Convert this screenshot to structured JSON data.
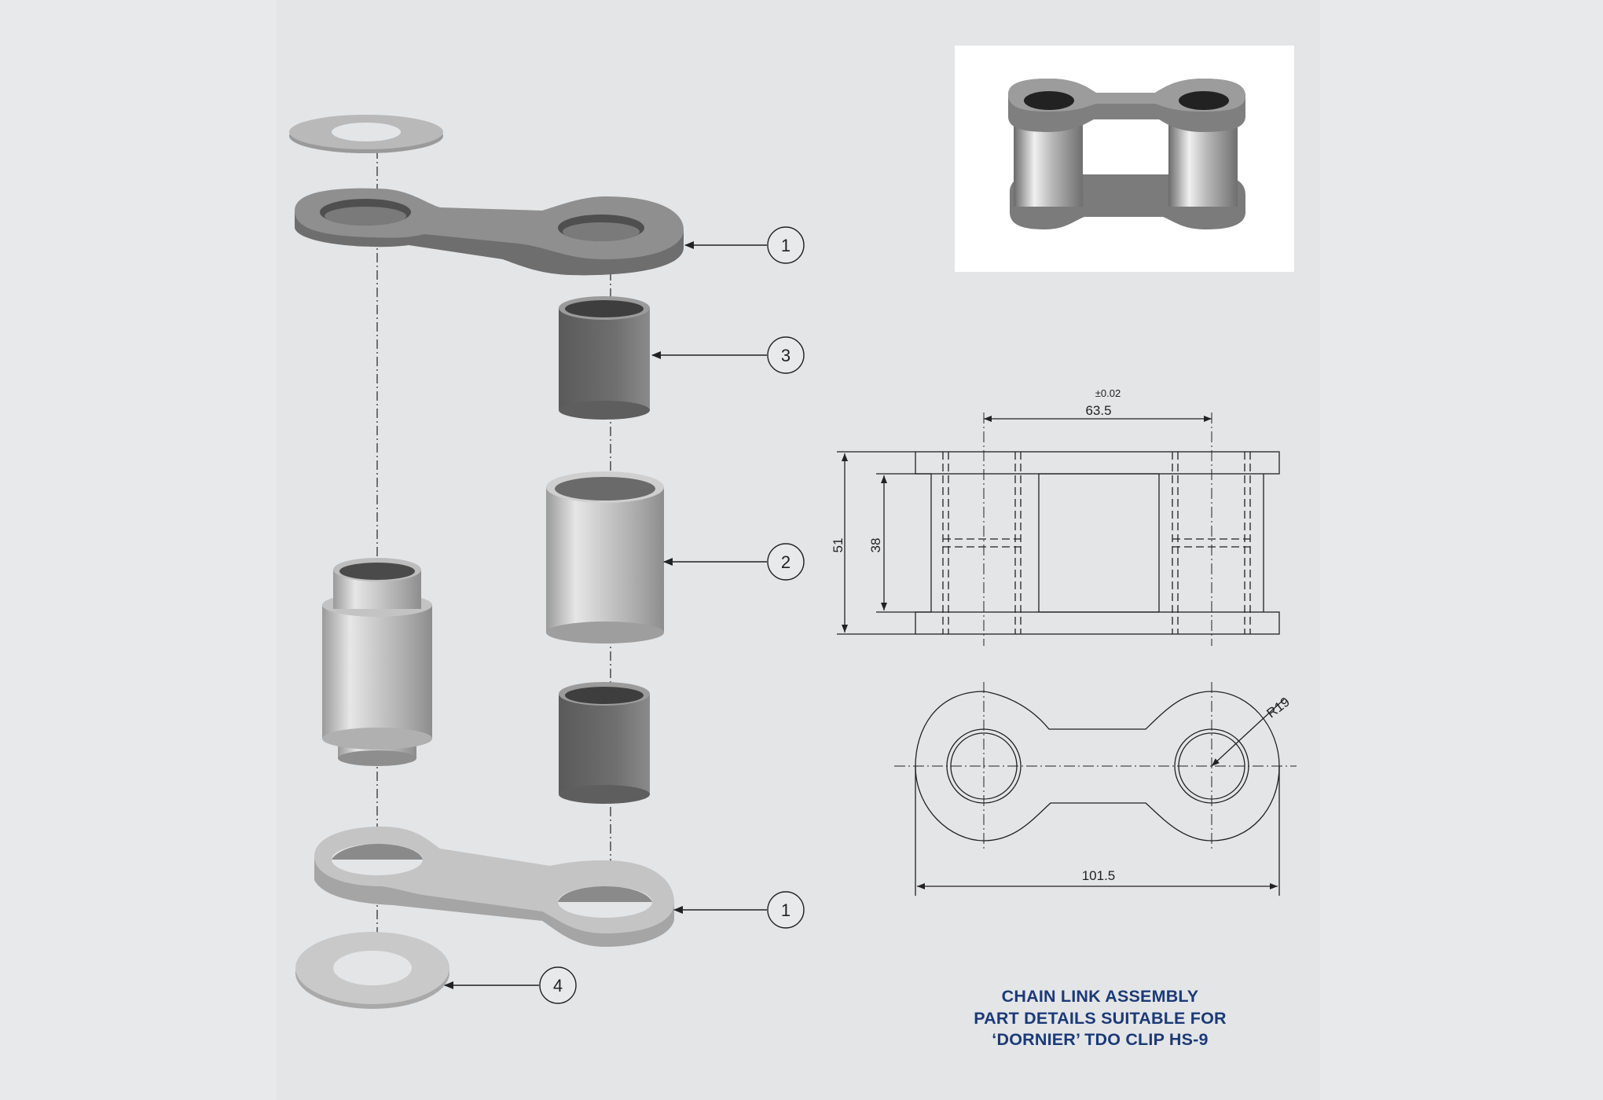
{
  "callouts": {
    "c1_top": "1",
    "c3": "3",
    "c2": "2",
    "c1_bottom": "1",
    "c4": "4"
  },
  "dimensions": {
    "pitch_tolerance": "±0.02",
    "pitch": "63.5",
    "overall_height": "51",
    "inner_height": "38",
    "radius": "R19",
    "overall_length": "101.5"
  },
  "title": {
    "line1": "CHAIN LINK ASSEMBLY",
    "line2": "PART DETAILS SUITABLE FOR",
    "line3": "‘DORNIER’ TDO CLIP HS-9"
  },
  "colors": {
    "background": "#e8e9eb",
    "panel": "#e4e5e7",
    "plate": "#8e8e8e",
    "title": "#1b3a78",
    "line": "#222222"
  }
}
